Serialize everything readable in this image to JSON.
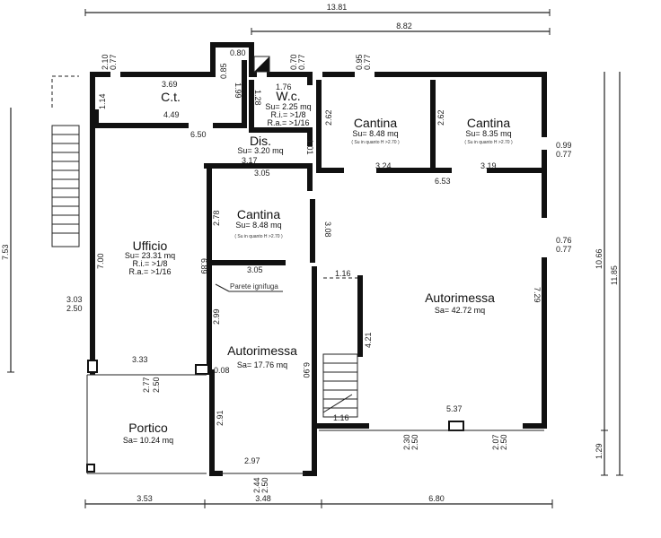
{
  "rooms": {
    "ct": {
      "name": "C.t."
    },
    "wc": {
      "name": "W.c.",
      "su": "Su= 2.25 mq",
      "ri": "R.i.= >1/8",
      "ra": "R.a.= >1/16"
    },
    "dis": {
      "name": "Dis.",
      "su": "Su= 3.20 mq"
    },
    "cantina1": {
      "name": "Cantina",
      "su": "Su= 8.48 mq",
      "note": "( Su in quanto H >2.70 )"
    },
    "cantina2": {
      "name": "Cantina",
      "su": "Su= 8.35 mq",
      "note": "( Su in quanto H >2.70 )"
    },
    "cantina3": {
      "name": "Cantina",
      "su": "Su= 8.48 mq",
      "note": "( Su in quanto H >2.70 )"
    },
    "ufficio": {
      "name": "Ufficio",
      "su": "Su= 23.31 mq",
      "ri": "R.i.= >1/8",
      "ra": "R.a.= >1/16"
    },
    "autorimessa_small": {
      "name": "Autorimessa",
      "sa": "Sa= 17.76 mq"
    },
    "autorimessa_big": {
      "name": "Autorimessa",
      "sa": "Sa= 42.72 mq"
    },
    "portico": {
      "name": "Portico",
      "sa": "Sa= 10.24 mq"
    },
    "parete": "Parete ignifuga"
  },
  "dims": {
    "total_width": "13.81",
    "right_width": "8.82",
    "d210": "2.10",
    "d077a": "0.77",
    "d080": "0.80",
    "d085": "0.85",
    "d199": "1.99",
    "d070": "0.70",
    "d077b": "0.77",
    "d095": "0.95",
    "d077c": "0.77",
    "d369": "3.69",
    "d114": "1.14",
    "d449": "4.49",
    "d650": "6.50",
    "d176": "1.76",
    "d128": "1.28",
    "d101": "1.01",
    "d317": "3.17",
    "d262a": "2.62",
    "d262b": "2.62",
    "d324": "3.24",
    "d319": "3.19",
    "d653": "6.53",
    "d099": "0.99",
    "d077d": "0.77",
    "d076": "0.76",
    "d077e": "0.77",
    "d305a": "3.05",
    "d278": "2.78",
    "d305b": "3.05",
    "d689": "6.89",
    "d308": "3.08",
    "d753": "7.53",
    "d700": "7.00",
    "d303": "3.03",
    "d250a": "2.50",
    "d116a": "1.16",
    "d421": "4.21",
    "d299": "2.99",
    "d008": "0.08",
    "d690": "6.90",
    "d333": "3.33",
    "d277": "2.77",
    "d250b": "2.50",
    "d291": "2.91",
    "d297": "2.97",
    "d244": "2.44",
    "d250c": "2.50",
    "d116b": "1.16",
    "d537": "5.37",
    "d230": "2.30",
    "d250d": "2.50",
    "d207": "2.07",
    "d250e": "2.50",
    "d729": "7.29",
    "d1066": "10.66",
    "d1185": "11.85",
    "d129": "1.29",
    "d353": "3.53",
    "d348": "3.48",
    "d680": "6.80"
  }
}
